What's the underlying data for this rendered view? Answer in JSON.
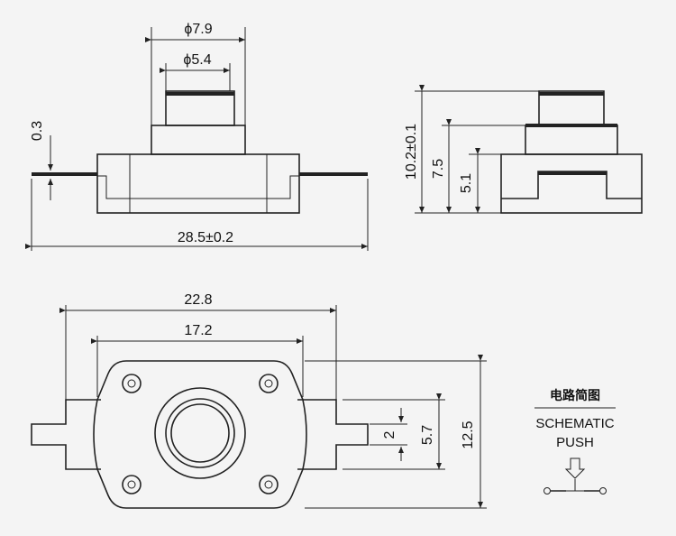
{
  "dims": {
    "phi79": "ϕ7.9",
    "phi54": "ϕ5.4",
    "t03": "0.3",
    "w285": "28.5±0.2",
    "h102": "10.2±0.1",
    "h75": "7.5",
    "h51": "5.1",
    "w228": "22.8",
    "w172": "17.2",
    "h2": "2",
    "h57": "5.7",
    "h125": "12.5"
  },
  "schematic": {
    "title_cn": "电路简图",
    "title_en": "SCHEMATIC",
    "push": "PUSH"
  }
}
